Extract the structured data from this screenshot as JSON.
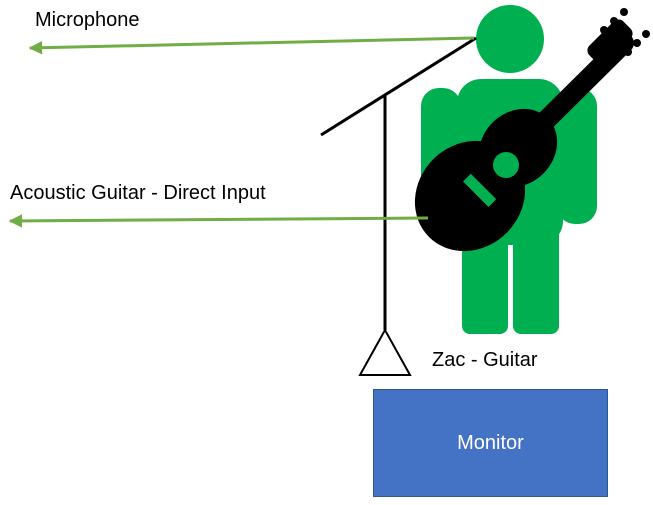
{
  "labels": {
    "microphone": "Microphone",
    "direct_input": "Acoustic Guitar - Direct Input",
    "performer": "Zac - Guitar",
    "monitor": "Monitor"
  },
  "colors": {
    "arrow": "#70ad47",
    "person": "#00b050",
    "guitar": "#000000",
    "stand": "#000000",
    "monitor_fill": "#4472c4",
    "monitor_border": "#2f5597",
    "text": "#000000",
    "monitor_text": "#ffffff"
  },
  "icons": {
    "person": "person-icon",
    "guitar": "acoustic-guitar-icon",
    "stand": "microphone-stand-icon"
  }
}
